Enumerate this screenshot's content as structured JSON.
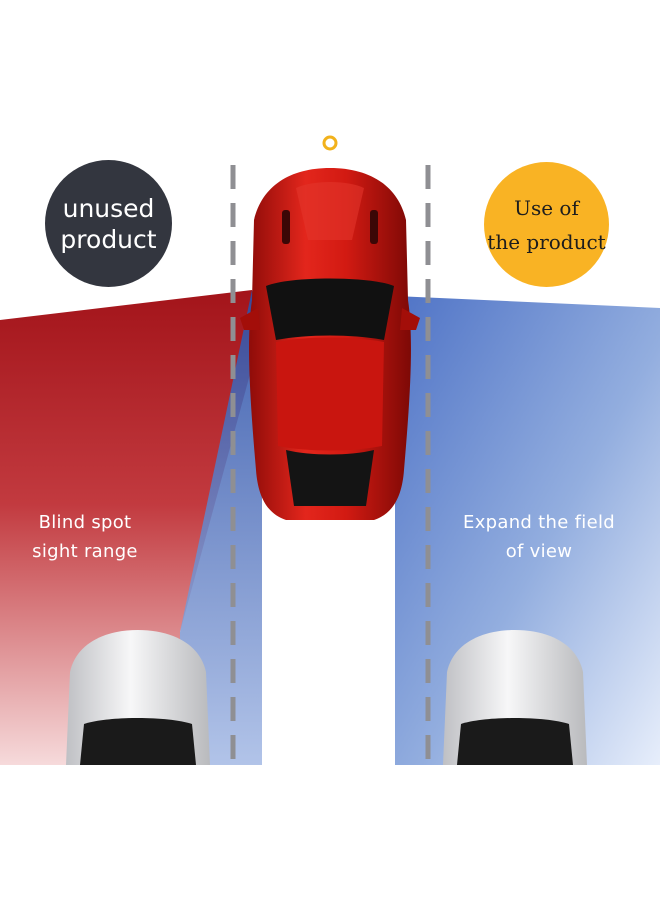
{
  "badges": {
    "unused": {
      "line1": "unused",
      "line2": "product",
      "color": "#33363f"
    },
    "used": {
      "line1": "Use of",
      "line2": "the product",
      "color": "#f9b324"
    }
  },
  "captions": {
    "left": {
      "line1": "Blind spot",
      "line2": "sight range"
    },
    "right": {
      "line1": "Expand the field",
      "line2": "of view"
    }
  },
  "colors": {
    "main_car": "#c8130e",
    "other_cars": "#e8e8ea",
    "blind_zone": "#b0191c",
    "field_zone": "#5b7fcc",
    "lane_marking": "#8f8f93",
    "sensor_dot": "#f2b21c"
  },
  "icons": [
    "red-sports-car-top-view",
    "white-car-top-view",
    "sensor-dot"
  ]
}
